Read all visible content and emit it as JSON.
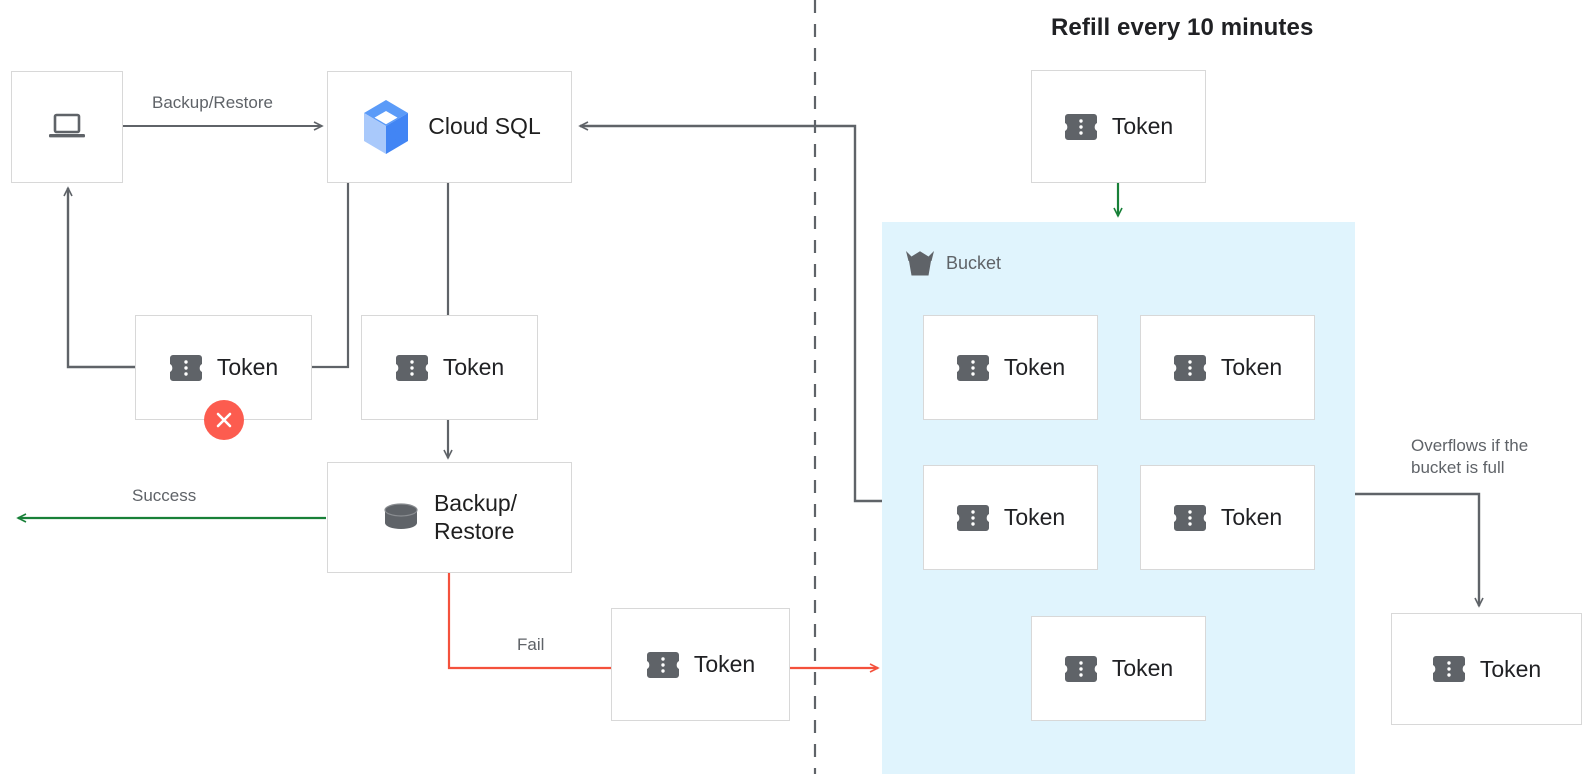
{
  "title": "Refill every 10 minutes",
  "colors": {
    "box_border": "#d8d8d8",
    "edge_gray": "#5f6368",
    "edge_green": "#188038",
    "edge_red": "#f4513c",
    "bucket_bg": "#e0f4fd",
    "token_icon": "#5f6368",
    "error_badge": "#fc5c4f",
    "cloudsql_blue": "#4285f4",
    "text": "#202124",
    "muted_text": "#5f6368"
  },
  "nodes": {
    "client": {
      "label": "",
      "icon": "laptop-icon"
    },
    "cloud_sql": {
      "label": "Cloud SQL",
      "icon": "cloud-sql-icon"
    },
    "token_failed": {
      "label": "Token",
      "icon": "token-icon",
      "badge": "error-x-badge"
    },
    "token_consumed": {
      "label": "Token",
      "icon": "token-icon"
    },
    "backup_restore": {
      "label": "Backup/\nRestore",
      "icon": "database-icon"
    },
    "token_fail_return": {
      "label": "Token",
      "icon": "token-icon"
    },
    "token_refill": {
      "label": "Token",
      "icon": "token-icon"
    },
    "token_overflow": {
      "label": "Token",
      "icon": "token-icon"
    }
  },
  "bucket": {
    "header_label": "Bucket",
    "header_icon": "bucket-icon",
    "tokens": [
      {
        "label": "Token",
        "icon": "token-icon"
      },
      {
        "label": "Token",
        "icon": "token-icon"
      },
      {
        "label": "Token",
        "icon": "token-icon"
      },
      {
        "label": "Token",
        "icon": "token-icon"
      },
      {
        "label": "Token",
        "icon": "token-icon"
      }
    ]
  },
  "edge_labels": {
    "backup_restore": "Backup/Restore",
    "success": "Success",
    "fail": "Fail",
    "overflow": "Overflows if the\nbucket is full"
  }
}
